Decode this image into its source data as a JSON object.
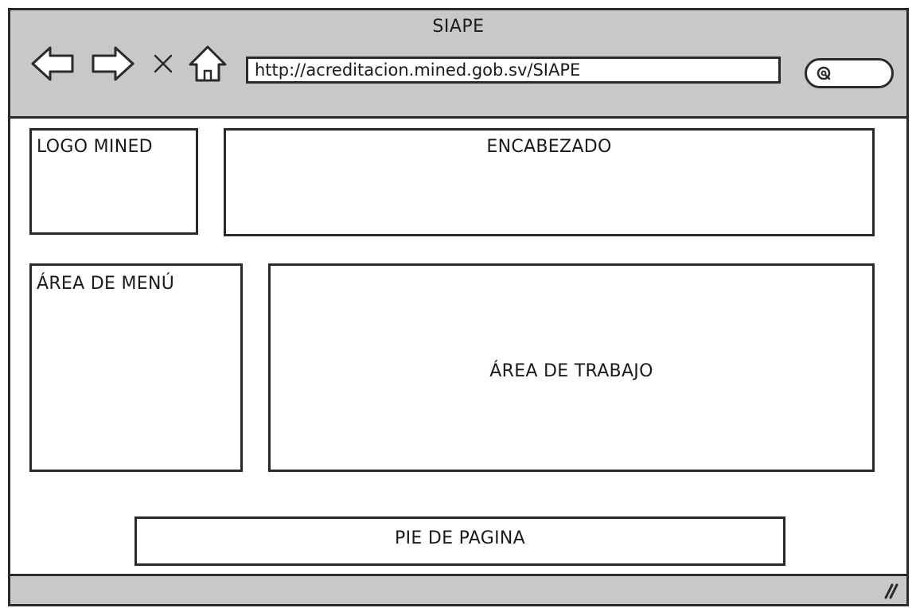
{
  "window": {
    "title": "SIAPE"
  },
  "toolbar": {
    "back_icon": "back-arrow-icon",
    "forward_icon": "forward-arrow-icon",
    "stop_icon": "close-x-icon",
    "home_icon": "home-icon",
    "url": "http://acreditacion.mined.gob.sv/SIAPE",
    "search_icon": "search-icon",
    "search_value": ""
  },
  "layout": {
    "logo_label": "LOGO MINED",
    "header_label": "ENCABEZADO",
    "menu_label": "ÁREA DE MENÚ",
    "work_area_label": "ÁREA DE TRABAJO",
    "footer_label": "PIE DE PAGINA"
  },
  "colors": {
    "chrome_gray": "#c8c8c8",
    "stroke": "#2a2a2a",
    "canvas": "#ffffff"
  }
}
